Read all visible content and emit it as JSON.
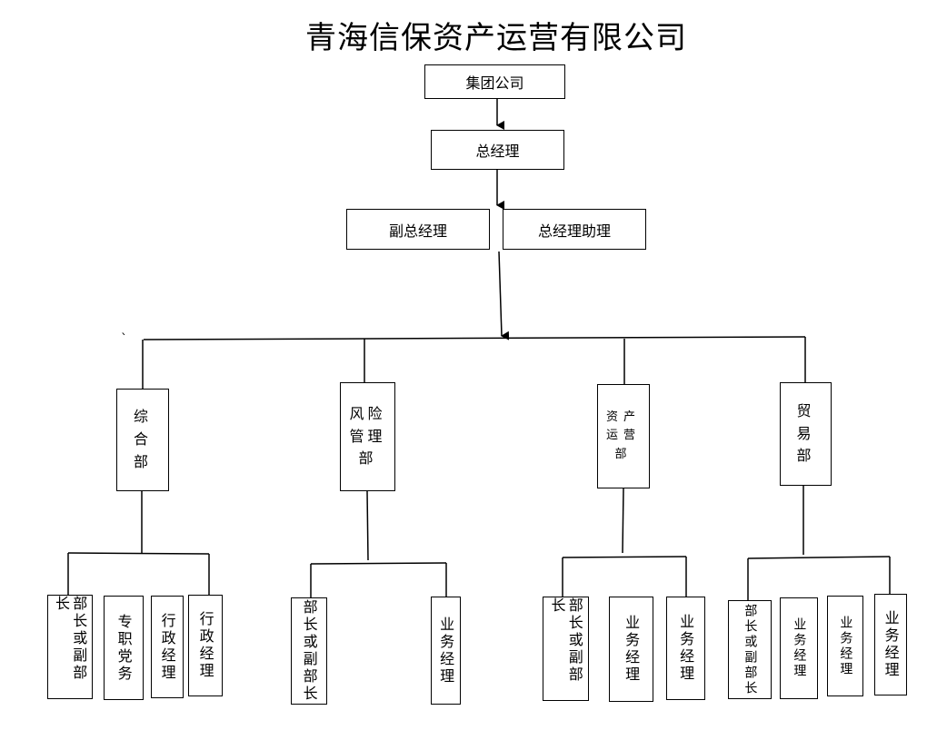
{
  "title": "青海信保资产运营有限公司",
  "top": {
    "group": "集团公司",
    "gm": "总经理",
    "deputy_gm": "副总经理",
    "gm_assistant": "总经理助理"
  },
  "stray_mark": "`",
  "departments": [
    {
      "name": "综\n合\n部",
      "units": [
        "部长或副部长",
        "专职党务",
        "行政经理",
        "行政经理"
      ]
    },
    {
      "name": "风险\n管理\n部",
      "units": [
        "部长或副部长",
        "业务经理"
      ]
    },
    {
      "name": "资产\n运营\n部",
      "units": [
        "部长或副部长",
        "业务经理",
        "业务经理"
      ]
    },
    {
      "name": "贸\n易\n部",
      "units": [
        "部长或副部长",
        "业务经理",
        "业务经理",
        "业务经理"
      ]
    }
  ]
}
